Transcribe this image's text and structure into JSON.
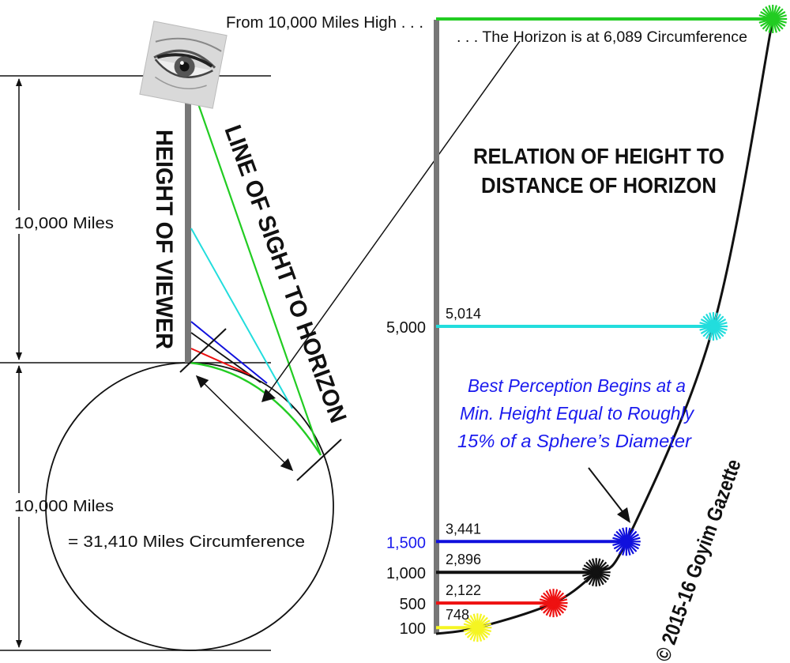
{
  "top_label": "From 10,000 Miles High . . .",
  "horizon_note": ". . . The Horizon is at 6,089 Circumference",
  "main_title": [
    "RELATION OF HEIGHT TO",
    "DISTANCE OF HORIZON"
  ],
  "height_of_viewer": "HEIGHT OF VIEWER",
  "line_of_sight": "LINE OF SIGHT TO HORIZON",
  "height_dimension": "10,000 Miles",
  "diameter_dimension": "10,000 Miles",
  "circumference": "= 31,410 Miles Circumference",
  "perception_note": [
    "Best Perception Begins at a",
    "Min. Height  Equal to Roughly",
    "15% of  a Sphere’s Diameter"
  ],
  "copyright": "© 2015-16 Goyim Gazette",
  "colors": {
    "green": "#22cc22",
    "cyan": "#22dddd",
    "blue": "#1010dd",
    "black": "#111111",
    "red": "#ee1111",
    "yellow": "#f5f522",
    "pole": "#777777",
    "note_blue": "#1a1aee"
  },
  "chart_data": {
    "type": "line",
    "xlabel": "",
    "ylabel": "",
    "series": [
      {
        "points": [
          {
            "height": 100,
            "height_label": "100",
            "distance": 748,
            "distance_label": "748",
            "color": "yellow"
          },
          {
            "height": 500,
            "height_label": "500",
            "distance": 2122,
            "distance_label": "2,122",
            "color": "red"
          },
          {
            "height": 1000,
            "height_label": "1,000",
            "distance": 2896,
            "distance_label": "2,896",
            "color": "black"
          },
          {
            "height": 1500,
            "height_label": "1,500",
            "distance": 3441,
            "distance_label": "3,441",
            "color": "blue"
          },
          {
            "height": 5000,
            "height_label": "5,000",
            "distance": 5014,
            "distance_label": "5,014",
            "color": "cyan"
          },
          {
            "height": 10000,
            "height_label": "",
            "distance": 6089,
            "distance_label": "",
            "color": "green"
          }
        ]
      }
    ]
  }
}
